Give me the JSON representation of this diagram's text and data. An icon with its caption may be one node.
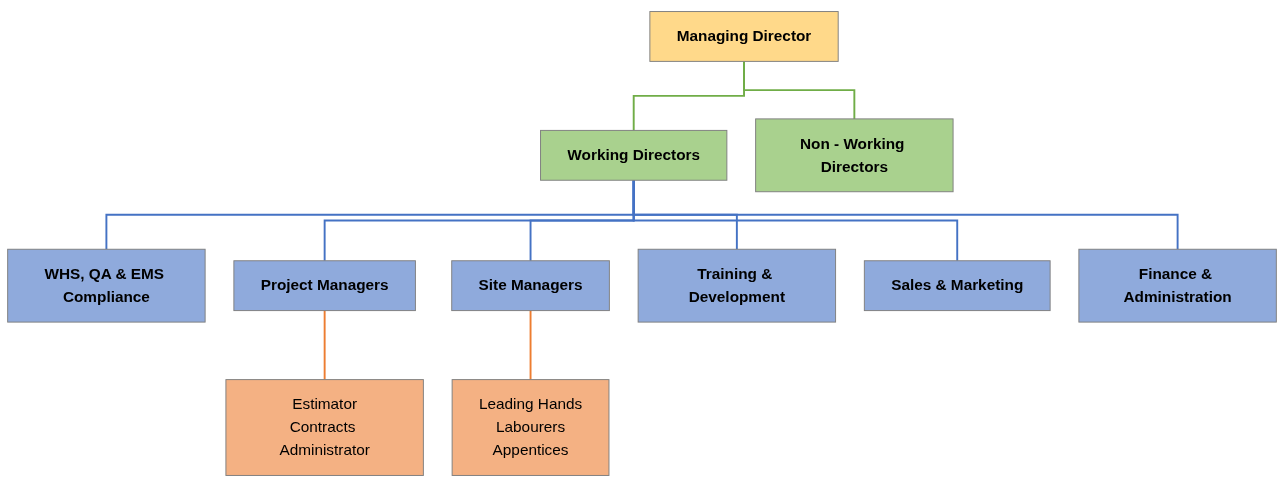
{
  "diagram": {
    "nodes": [
      {
        "text": [
          "Managing Director"
        ]
      },
      {
        "text": [
          "Working Directors"
        ]
      },
      {
        "text": [
          "Non - Working Directors"
        ]
      },
      {
        "text": [
          "WHS, QA & EMS Compliance"
        ]
      },
      {
        "text": [
          "Project Managers"
        ]
      },
      {
        "text": [
          "Site Managers"
        ]
      },
      {
        "text": [
          "Training & Development"
        ]
      },
      {
        "text": [
          "Sales & Marketing"
        ]
      },
      {
        "text": [
          "Finance & Administration"
        ]
      },
      {
        "text": [
          "Estimator",
          "Contracts Administrator"
        ]
      },
      {
        "text": [
          "Leading Hands",
          "Labourers",
          "Appentices"
        ]
      }
    ],
    "edges": [
      {
        "from": 0,
        "to": 1,
        "arrow": "none",
        "color": "#70ad47"
      },
      {
        "from": 0,
        "to": 2,
        "arrow": "none",
        "color": "#70ad47"
      },
      {
        "from": 1,
        "to": 3,
        "arrow": "none"
      },
      {
        "from": 1,
        "to": 4,
        "arrow": "none"
      },
      {
        "from": 1,
        "to": 5,
        "arrow": "none"
      },
      {
        "from": 1,
        "to": 6,
        "arrow": "none"
      },
      {
        "from": 1,
        "to": 7,
        "arrow": "none"
      },
      {
        "from": 1,
        "to": 8,
        "arrow": "none"
      },
      {
        "from": 4,
        "to": 9,
        "arrow": "none",
        "color": "#ed7d31"
      },
      {
        "from": 5,
        "to": 10,
        "arrow": "none",
        "color": "#ed7d31"
      }
    ]
  }
}
